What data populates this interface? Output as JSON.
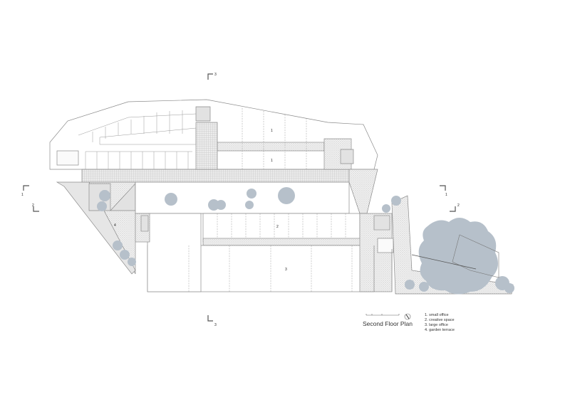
{
  "title": "Second Floor Plan",
  "legend": [
    {
      "num": "1",
      "label": "1. small office"
    },
    {
      "num": "2",
      "label": "2. creative space"
    },
    {
      "num": "3",
      "label": "3. large office"
    },
    {
      "num": "4",
      "label": "4. garden terrace"
    }
  ],
  "room_labels": {
    "r1a": "1",
    "r1b": "1",
    "r2": "2",
    "r3": "3",
    "r4": "4"
  },
  "section_marks": {
    "s3_top": "3",
    "s3_bottom": "3",
    "s1_left": "1",
    "s2_left": "2",
    "s1_right": "1",
    "s2_right": "2"
  },
  "colors": {
    "line": "#8a8a8a",
    "hatch": "#d9d9d9",
    "tree": "#b8c2cc",
    "corridor": "#e6e6e6"
  }
}
